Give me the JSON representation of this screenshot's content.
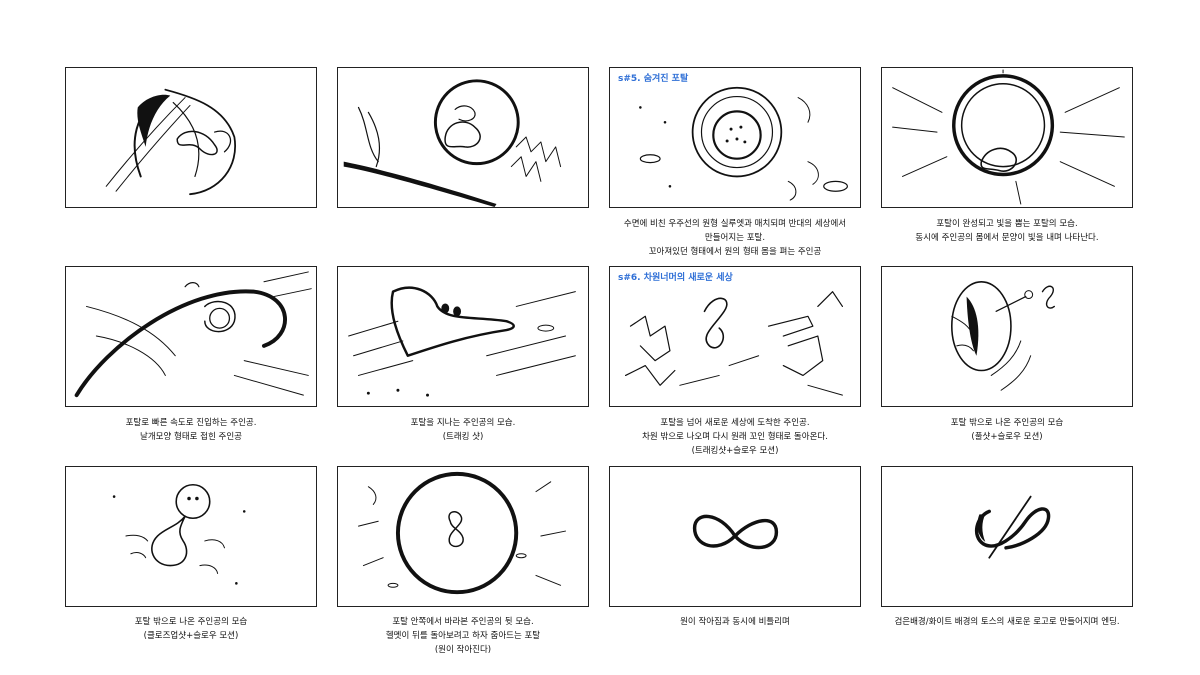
{
  "panels": [
    {
      "scene_label": "",
      "caption": []
    },
    {
      "scene_label": "",
      "caption": []
    },
    {
      "scene_label": "s#5. 숨겨진 포탈",
      "caption": [
        "수면에 비친 우주선의 원형 실루엣과 매치되며 반대의 세상에서",
        "만들어지는 포탈.",
        "꼬아져있던 형태에서 원의 형태 몸을 펴는 주인공"
      ]
    },
    {
      "scene_label": "",
      "caption": [
        "포탈이 완성되고 빛을 뿜는 포탈의 모습.",
        "동시에 주인공의 몸에서 문양이 빛을 내며 나타난다."
      ]
    },
    {
      "scene_label": "",
      "caption": [
        "포탈로 빠른 속도로 진입하는 주인공.",
        "날개모양 형태로 접힌 주인공"
      ]
    },
    {
      "scene_label": "",
      "caption": [
        "포탈을 지나는 주인공의 모습.",
        "(트래킹 샷)"
      ]
    },
    {
      "scene_label": "s#6. 차원너머의 새로운 세상",
      "caption": [
        "포탈을 넘어 새로운 세상에 도착한 주인공.",
        "차원 밖으로 나오며 다시 원래 꼬인 형태로 돌아온다.",
        "(트래킹샷+슬로우 모션)"
      ]
    },
    {
      "scene_label": "",
      "caption": [
        "포탈 밖으로 나온 주인공의 모습",
        "(풀샷+슬로우 모션)"
      ]
    },
    {
      "scene_label": "",
      "caption": [
        "포탈 밖으로 나온 주인공의 모습",
        "(클로즈업샷+슬로우 모션)"
      ]
    },
    {
      "scene_label": "",
      "caption": [
        "포탈 안쪽에서 바라본 주인공의 뒷 모습.",
        "헬멧이 뒤를 돌아보려고 하자 줌아드는 포탈",
        "(원이 작아진다)"
      ]
    },
    {
      "scene_label": "",
      "caption": [
        "원이 작아짐과 동시에 비틀리며"
      ]
    },
    {
      "scene_label": "",
      "caption": [
        "검은배경/화이트 배경의 토스의 새로운 로고로 만들어지며 엔딩."
      ]
    }
  ]
}
